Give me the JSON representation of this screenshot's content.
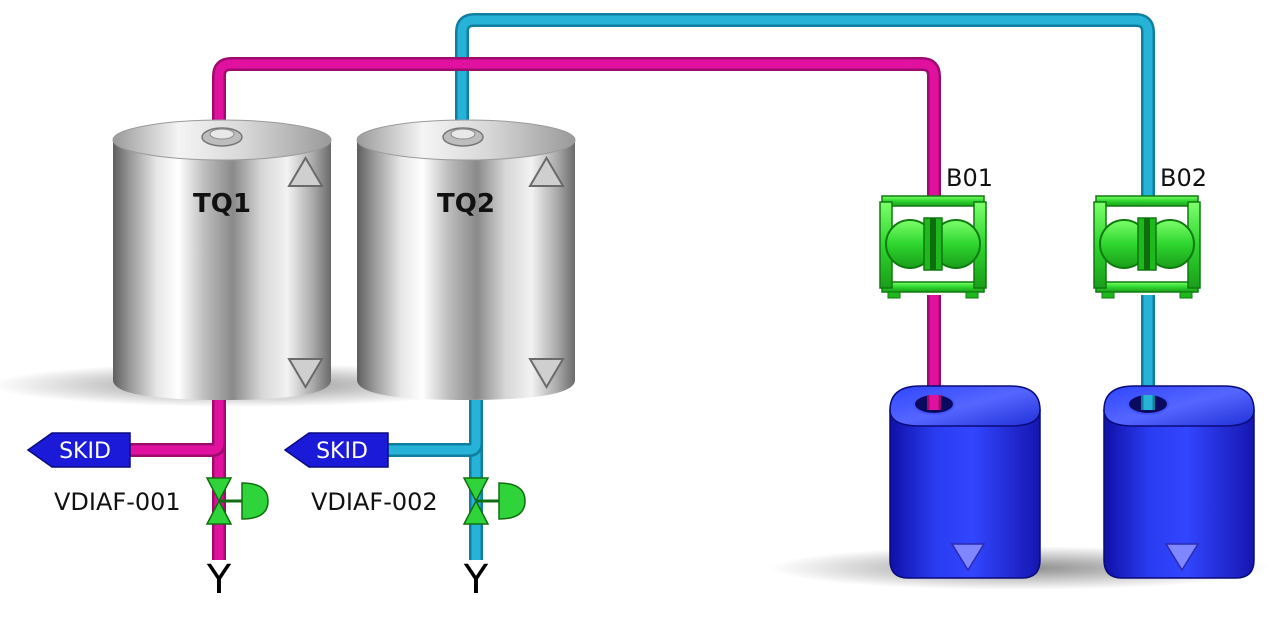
{
  "colors": {
    "line_a": "#e0119e",
    "line_b": "#27b3d8",
    "pump_green": "#39e03a",
    "valve_green": "#2fd43a",
    "skid_blue": "#1a1ad8",
    "drum_blue": "#1f2fe0"
  },
  "tanks": [
    {
      "label": "TQ1",
      "level_up_icon": "triangle-up-icon",
      "level_down_icon": "triangle-down-icon"
    },
    {
      "label": "TQ2",
      "level_up_icon": "triangle-up-icon",
      "level_down_icon": "triangle-down-icon"
    }
  ],
  "pumps": [
    {
      "label": "B01",
      "icon": "diaphragm-pump-icon"
    },
    {
      "label": "B02",
      "icon": "diaphragm-pump-icon"
    }
  ],
  "valves": [
    {
      "label": "VDIAF-001",
      "icon": "valve-icon"
    },
    {
      "label": "VDIAF-002",
      "icon": "valve-icon"
    }
  ],
  "skids": [
    {
      "label": "SKID"
    },
    {
      "label": "SKID"
    }
  ],
  "drains": [
    {
      "label": "Y"
    },
    {
      "label": "Y"
    }
  ],
  "drums": [
    {
      "icon": "drum-icon",
      "level_icon": "triangle-down-icon"
    },
    {
      "icon": "drum-icon",
      "level_icon": "triangle-down-icon"
    }
  ]
}
